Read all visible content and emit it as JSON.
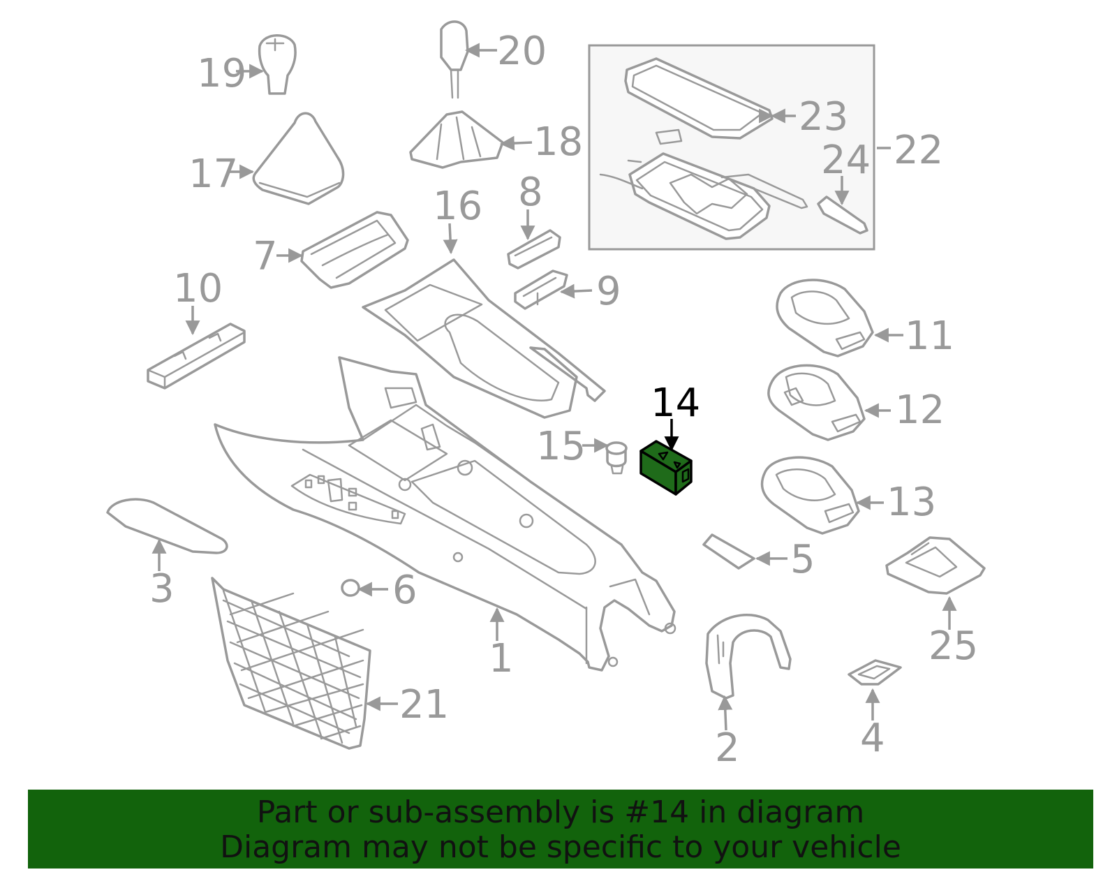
{
  "diagram": {
    "highlight_color": "#1f6b1a",
    "banner_color": "#12630c",
    "callouts": [
      "1",
      "2",
      "3",
      "4",
      "5",
      "6",
      "7",
      "8",
      "9",
      "10",
      "11",
      "12",
      "13",
      "14",
      "15",
      "16",
      "17",
      "18",
      "19",
      "20",
      "21",
      "22",
      "23",
      "24",
      "25"
    ],
    "highlighted_callout": "14"
  },
  "banner": {
    "line1": "Part or sub-assembly is #14 in diagram",
    "line2": "Diagram may not be specific to your vehicle"
  }
}
